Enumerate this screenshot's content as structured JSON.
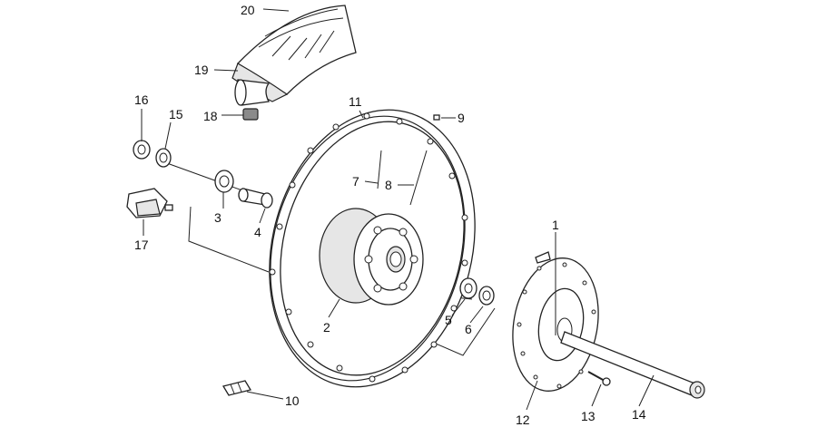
{
  "diagram": {
    "callouts": [
      {
        "id": "c1",
        "label": "1"
      },
      {
        "id": "c2",
        "label": "2"
      },
      {
        "id": "c3",
        "label": "3"
      },
      {
        "id": "c4",
        "label": "4"
      },
      {
        "id": "c5",
        "label": "5"
      },
      {
        "id": "c6",
        "label": "6"
      },
      {
        "id": "c7",
        "label": "7"
      },
      {
        "id": "c8",
        "label": "8"
      },
      {
        "id": "c9",
        "label": "9"
      },
      {
        "id": "c10",
        "label": "10"
      },
      {
        "id": "c11",
        "label": "11"
      },
      {
        "id": "c12",
        "label": "12"
      },
      {
        "id": "c13",
        "label": "13"
      },
      {
        "id": "c14",
        "label": "14"
      },
      {
        "id": "c15",
        "label": "15"
      },
      {
        "id": "c16",
        "label": "16"
      },
      {
        "id": "c17",
        "label": "17"
      },
      {
        "id": "c18",
        "label": "18"
      },
      {
        "id": "c19",
        "label": "19"
      },
      {
        "id": "c20",
        "label": "20"
      }
    ]
  },
  "colors": {
    "line": "#222222",
    "shade": "#e6e6e6",
    "dark": "#8a8a8a",
    "background": "#ffffff"
  }
}
